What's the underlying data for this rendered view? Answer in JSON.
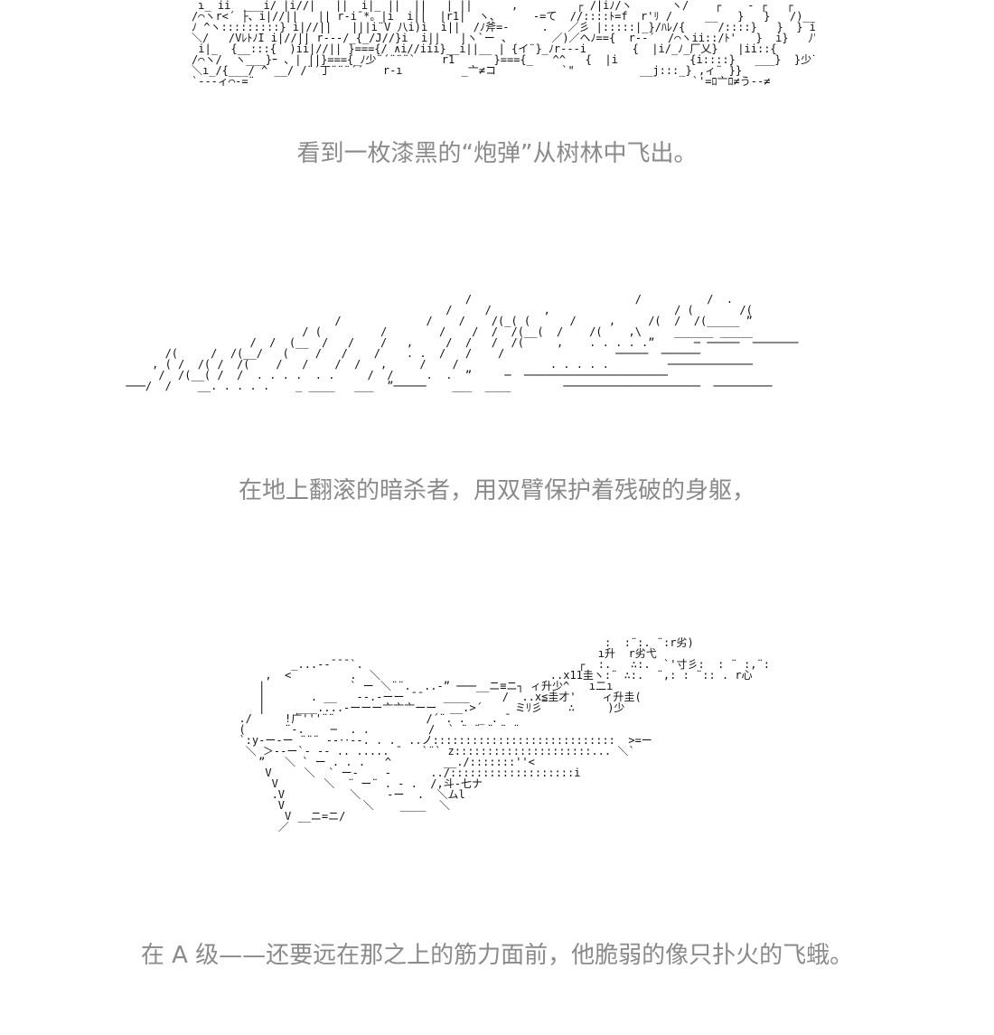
{
  "panels": [
    {
      "art": " ɿ_ ii  ___i/ |i//|   ||  i|_ ||  ||   | ||      ,         ┌ /|iﾉ/ヽ      ヽ/    ┌    ‐ ┌   ┌    V\n/⌒ヽr<´ ├、i|//||   || r-i¯*。|i  i||  |r1|  ヽ、     -=て  //::::ﾄ=f  r'ﾘ /     __   }   }   /)____{/.\nﾉ ^ヽ:::::::::} i|//||   |||i¨V 八i)i  i||  /ﾉ斧=-     .   ／彡 |:::::|_}/ﾊﾚ/{     /::::}   }  } i|=、i   i//\n＼/   /VﾚﾄﾉI i|//|| r---/_{_/J//}i  i||   |ヽ`ー 、      ／)／ヘﾉ=={  r-‐´  /⌒ヽii::/ﾄ'   }  i}   八   ＼\n i|_  {__:::{  )ii|//|| }==={/ ∧i//iii}__i||__ | {イ¨}_ﾉr---i       {  |i/_ﾉ_厂乂}   |ii::{      }  i}    i ＼_\n/⌒ヽ/  ヽ___}ｰ 、| ||}==={_ﾉ少¨´¨¨¨`    r1      }==={_   ^^   {  |i           {i::::}   ___}  }少¨´¨¨¨`\n＼ı_/{___/ ^ __/ /¨´丁¨¨¨´´   r-ı         _亠≠コ          `\"          __j:::_} ,ィ¨ }}\n`‐‐‐ィ⌒‐=¨                                                                   `'=ﾛ亠ﾛ≠う‐‐≠",
      "caption": "看到一枚漆黑的“炮弹”从树林中飞出。"
    },
    {
      "art": "                                                     /                         /          /  .\n                                                  /     /        ,                   / (       /(\n                                 /             /    /    /(_( (      /     ,     /(  /  /(_____ ”\n                            / (         /        /    /  /  /(__(  /    /(    ,\\     ______ _____\n                    /  /  (__  /   /    /   ,     /  /   /  /(     ,    . . . . .”      ─ ─────  ───────\n       /(     /  /(__/   (    /   /    /    . .  /   /    /                 ─────  ──────\n     , ( /  /( /  /(    /   /    /  /   ,     /    /              . . . . .         ─────────────\n      /  /(__( /  /  . . . .  . .     /  /     .  .  ”     ─  ──────────────────────\n ───/  /    __. . . . .    _ ____   ___  ”─────    ___  ____        ─────────────────────  ─────────",
      "caption": "在地上翻滚的暗杀者，用双臂保护着残破的身躯，"
    },
    {
      "art": "                                                          :  :¨:. ¨:r劣)\n                                                         ı升  r劣弋\n          _...--¯¯¯`.                                 ┌  :.   ∴:.  `'寸彡:  : ¨ :,¨:\n      ,  <         .  ＼                          ..x11圭ヽ:¨ ∴:.  ¨,: : ¨:: . r心\n     |             ` ー ＼¨¨.  ..-” ───__ニ≡ニ┐ ィ升少^   ı二ı\n     |       . __   --.-ーー ¯¯   ____     /  ..x≦圭才'    ィ升圭(\n     |     ___....-ーーー亠亠亠ーー  __.>´     ミﾘ彡    ∴     )少\n  ./     !广'''¨¨              /´¨. .  _ . ̄\n  (      ¨-.    ─  . .         /  ` ¨ ¨ ¨ ¨ ¨\n  `:y-ー-ー ¨¨¨ --‥--. . .  ..ノ::::::::::::::::::::::::::::  >=ー\n   ＼ ＞--ー`- -- .. ..... ̄    `¨` z:::::::::::::::::::::... ＼`\n     ”   ＼ ` ー . . .   ^        __./:::::::''<\n      V     ＼  ` ー-    -      ../:::::::::::::::::::i\n       V       ＼  ¨ ー¨ . - .  /,斗-七ナ\n       .V          ＼    -ー  .  ＼ムl\n        V            ＼    ____  ＼\n         V __ニ=ニ/\n        ／",
      "caption": "在 A 级——还要远在那之上的筋力面前，他脆弱的像只扑火的飞蛾。"
    }
  ]
}
